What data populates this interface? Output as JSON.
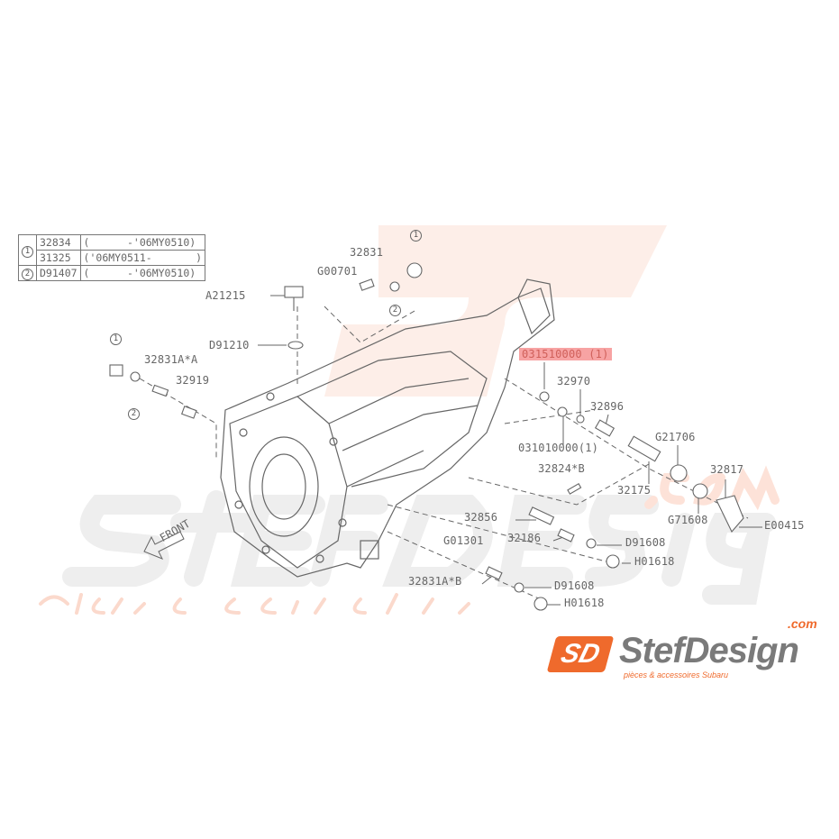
{
  "legend_table": {
    "rows": [
      {
        "ref": "1",
        "part": "32834",
        "range": "(      -'06MY0510)"
      },
      {
        "ref": "",
        "part": "31325",
        "range": "('06MY0511-       )"
      },
      {
        "ref": "2",
        "part": "D91407",
        "range": "(      -'06MY0510)"
      }
    ]
  },
  "callouts": {
    "c1a": "1",
    "c2a": "2",
    "c1b": "1",
    "c2b": "2"
  },
  "parts": {
    "p32831": "32831",
    "pG00701": "G00701",
    "pA21215": "A21215",
    "pD91210": "D91210",
    "p32831AA": "32831A*A",
    "p32919": "32919",
    "p031510000": "031510000 (1)",
    "p32970": "32970",
    "p32896": "32896",
    "p031010000": "031010000(1)",
    "pG21706": "G21706",
    "p32824B": "32824*B",
    "p32175": "32175",
    "p32817": "32817",
    "p32856": "32856",
    "pG71608": "G71608",
    "pE00415": "E00415",
    "p32186": "32186",
    "pD91608a": "D91608",
    "pG01301": "G01301",
    "pH01618a": "H01618",
    "p32831AB": "32831A*B",
    "pD91608b": "D91608",
    "pH01618b": "H01618"
  },
  "front_label": "FRONT",
  "watermark": {
    "name": "StefDesign",
    "tagline": "pièces & accessoires Subaru",
    "com": ".com"
  },
  "logo": {
    "mark": "SD",
    "name": "StefDesign",
    "com": ".com",
    "tagline": "pièces & accessoires Subaru"
  },
  "colors": {
    "brand_orange": "#ef6a2c",
    "highlight": "#f7a3a3"
  }
}
